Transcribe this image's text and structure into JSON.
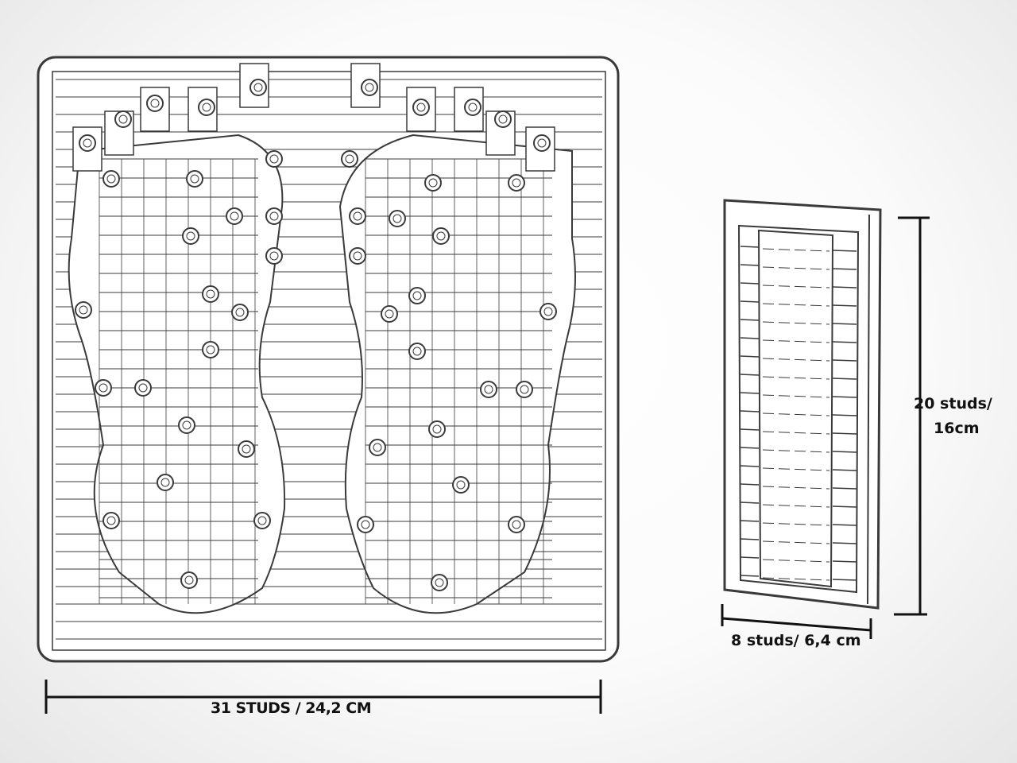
{
  "dimensions": {
    "base_width": "31 STUDS / 24,2 CM",
    "panel_height_line1": "20 studs/",
    "panel_height_line2": "16cm",
    "panel_width": "8 studs/ 6,4 cm"
  },
  "colors": {
    "line": "#3a3a3a",
    "dimension": "#111111",
    "fill": "#ffffff"
  }
}
